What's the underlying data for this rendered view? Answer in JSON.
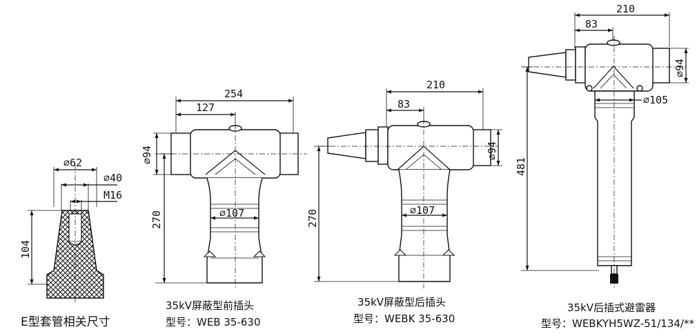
{
  "e_bushing": {
    "dims": {
      "d62": "⌀62",
      "d40": "⌀40",
      "m16": "M16",
      "h104": "104"
    },
    "caption": "E型套管相关尺寸"
  },
  "web": {
    "dims": {
      "w254": "254",
      "w127": "127",
      "d94": "⌀94",
      "h270": "270",
      "d107": "⌀107"
    },
    "caption1": "35kV屏蔽型前插头",
    "caption2": "型号：WEB 35-630"
  },
  "webk": {
    "dims": {
      "w210": "210",
      "w83": "83",
      "d94": "⌀94",
      "h270": "270",
      "d107": "⌀107"
    },
    "caption1": "35kV屏蔽型后插头",
    "caption2": "型号：WEBK 35-630"
  },
  "arrester": {
    "dims": {
      "w210": "210",
      "w83": "83",
      "d94": "⌀94",
      "d105": "⌀105",
      "h481": "481"
    },
    "caption1": "35kV后插式避雷器",
    "caption2": "型号：WEBKYH5WZ-51/134/**"
  }
}
